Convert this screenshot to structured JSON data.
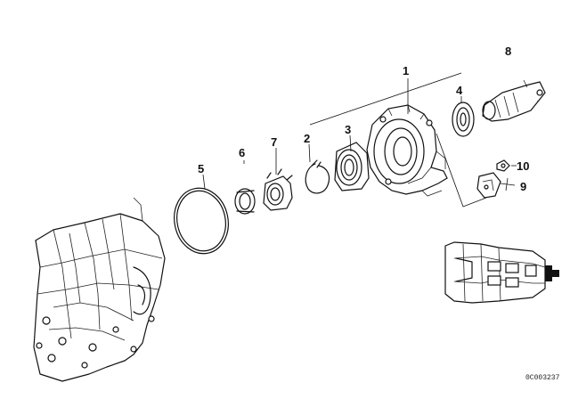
{
  "diagram": {
    "drawing_code": "0C003237",
    "callouts": [
      {
        "id": "1",
        "text": "1"
      },
      {
        "id": "2",
        "text": "2"
      },
      {
        "id": "3",
        "text": "3"
      },
      {
        "id": "4",
        "text": "4"
      },
      {
        "id": "5",
        "text": "5"
      },
      {
        "id": "6",
        "text": "6"
      },
      {
        "id": "7",
        "text": "7"
      },
      {
        "id": "8",
        "text": "8"
      },
      {
        "id": "9",
        "text": "9"
      },
      {
        "id": "10",
        "text": "10"
      }
    ]
  }
}
